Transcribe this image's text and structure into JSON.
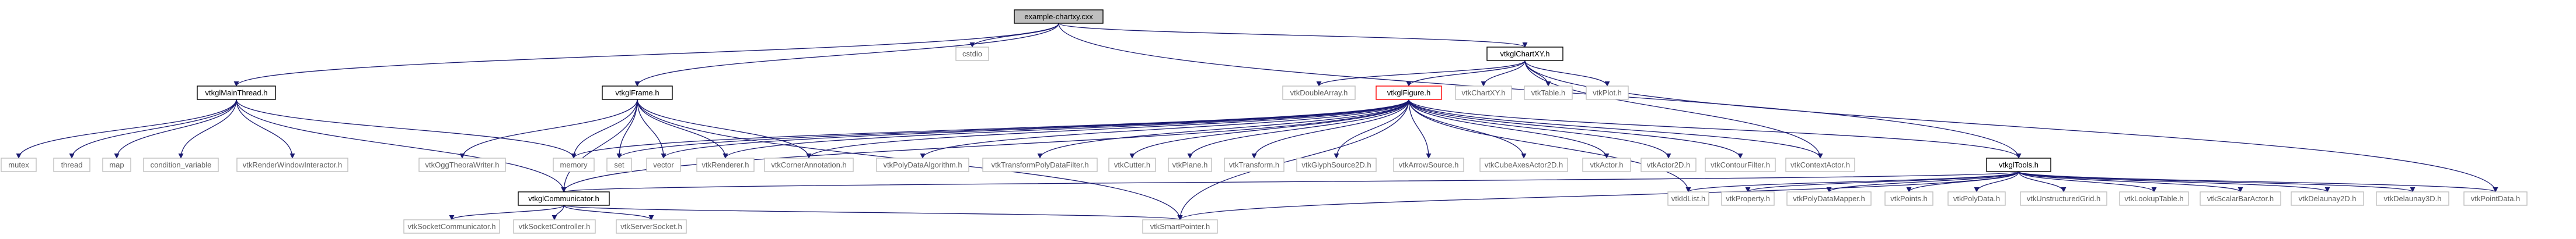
{
  "graph": {
    "nodes": [
      {
        "id": "root",
        "label": "example-chartxy.cxx",
        "root": true,
        "link": false
      },
      {
        "id": "cstdio",
        "label": "cstdio",
        "link": false
      },
      {
        "id": "vtkgmainthread",
        "label": "vtkglMainThread.h",
        "link": true
      },
      {
        "id": "vtkgframe",
        "label": "vtkglFrame.h",
        "link": true
      },
      {
        "id": "vtkgchartxy",
        "label": "vtkglChartXY.h",
        "link": true
      },
      {
        "id": "mutex",
        "label": "mutex",
        "link": false
      },
      {
        "id": "thread",
        "label": "thread",
        "link": false
      },
      {
        "id": "map",
        "label": "map",
        "link": false
      },
      {
        "id": "condvar",
        "label": "condition_variable",
        "link": false
      },
      {
        "id": "renderwininter",
        "label": "vtkRenderWindowInteractor.h",
        "link": false
      },
      {
        "id": "oggwriter",
        "label": "vtkOggTheoraWriter.h",
        "link": false
      },
      {
        "id": "memory",
        "label": "memory",
        "link": false
      },
      {
        "id": "set",
        "label": "set",
        "link": false
      },
      {
        "id": "vector",
        "label": "vector",
        "link": false
      },
      {
        "id": "renderer",
        "label": "vtkRenderer.h",
        "link": false
      },
      {
        "id": "cornerann",
        "label": "vtkCornerAnnotation.h",
        "link": false
      },
      {
        "id": "doublearray",
        "label": "vtkDoubleArray.h",
        "link": false
      },
      {
        "id": "vtkgfigure",
        "label": "vtkglFigure.h",
        "link": true,
        "focus": true
      },
      {
        "id": "chartxy",
        "label": "vtkChartXY.h",
        "link": false
      },
      {
        "id": "table",
        "label": "vtkTable.h",
        "link": false
      },
      {
        "id": "plot",
        "label": "vtkPlot.h",
        "link": false
      },
      {
        "id": "polydataalgo",
        "label": "vtkPolyDataAlgorithm.h",
        "link": false
      },
      {
        "id": "transformpdf",
        "label": "vtkTransformPolyDataFilter.h",
        "link": false
      },
      {
        "id": "cutter",
        "label": "vtkCutter.h",
        "link": false
      },
      {
        "id": "plane",
        "label": "vtkPlane.h",
        "link": false
      },
      {
        "id": "transform",
        "label": "vtkTransform.h",
        "link": false
      },
      {
        "id": "glyphsrc",
        "label": "vtkGlyphSource2D.h",
        "link": false
      },
      {
        "id": "arrowsrc",
        "label": "vtkArrowSource.h",
        "link": false
      },
      {
        "id": "cubeaxes",
        "label": "vtkCubeAxesActor2D.h",
        "link": false
      },
      {
        "id": "actor",
        "label": "vtkActor.h",
        "link": false
      },
      {
        "id": "actor2d",
        "label": "vtkActor2D.h",
        "link": false
      },
      {
        "id": "contourfilter",
        "label": "vtkContourFilter.h",
        "link": false
      },
      {
        "id": "contextactor",
        "label": "vtkContextActor.h",
        "link": false
      },
      {
        "id": "vtkgtools",
        "label": "vtkglTools.h",
        "link": true
      },
      {
        "id": "vtkgcomm",
        "label": "vtkglCommunicator.h",
        "link": true
      },
      {
        "id": "idlist",
        "label": "vtkIdList.h",
        "link": false
      },
      {
        "id": "property",
        "label": "vtkProperty.h",
        "link": false
      },
      {
        "id": "pdmapper",
        "label": "vtkPolyDataMapper.h",
        "link": false
      },
      {
        "id": "points",
        "label": "vtkPoints.h",
        "link": false
      },
      {
        "id": "polydata",
        "label": "vtkPolyData.h",
        "link": false
      },
      {
        "id": "ugrid",
        "label": "vtkUnstructuredGrid.h",
        "link": false
      },
      {
        "id": "lut",
        "label": "vtkLookupTable.h",
        "link": false
      },
      {
        "id": "scalarbar",
        "label": "vtkScalarBarActor.h",
        "link": false
      },
      {
        "id": "delaunay2d",
        "label": "vtkDelaunay2D.h",
        "link": false
      },
      {
        "id": "delaunay3d",
        "label": "vtkDelaunay3D.h",
        "link": false
      },
      {
        "id": "pointdata",
        "label": "vtkPointData.h",
        "link": false
      },
      {
        "id": "socketcomm",
        "label": "vtkSocketCommunicator.h",
        "link": false
      },
      {
        "id": "socketctrl",
        "label": "vtkSocketController.h",
        "link": false
      },
      {
        "id": "serversocket",
        "label": "vtkServerSocket.h",
        "link": false
      },
      {
        "id": "smartptr",
        "label": "vtkSmartPointer.h",
        "link": false
      }
    ],
    "edges": [
      [
        "root",
        "cstdio"
      ],
      [
        "root",
        "vtkgmainthread"
      ],
      [
        "root",
        "vtkgframe"
      ],
      [
        "root",
        "vtkgchartxy"
      ],
      [
        "root",
        "vtkgtools"
      ],
      [
        "vtkgmainthread",
        "mutex"
      ],
      [
        "vtkgmainthread",
        "thread"
      ],
      [
        "vtkgmainthread",
        "map"
      ],
      [
        "vtkgmainthread",
        "condvar"
      ],
      [
        "vtkgmainthread",
        "renderwininter"
      ],
      [
        "vtkgmainthread",
        "memory"
      ],
      [
        "vtkgmainthread",
        "vtkgcomm"
      ],
      [
        "vtkgframe",
        "oggwriter"
      ],
      [
        "vtkgframe",
        "memory"
      ],
      [
        "vtkgframe",
        "set"
      ],
      [
        "vtkgframe",
        "vector"
      ],
      [
        "vtkgframe",
        "renderer"
      ],
      [
        "vtkgframe",
        "cornerann"
      ],
      [
        "vtkgframe",
        "vtkgcomm"
      ],
      [
        "vtkgframe",
        "smartptr"
      ],
      [
        "vtkgchartxy",
        "doublearray"
      ],
      [
        "vtkgchartxy",
        "vtkgfigure"
      ],
      [
        "vtkgchartxy",
        "chartxy"
      ],
      [
        "vtkgchartxy",
        "table"
      ],
      [
        "vtkgchartxy",
        "plot"
      ],
      [
        "vtkgchartxy",
        "contextactor"
      ],
      [
        "vtkgchartxy",
        "pointdata"
      ],
      [
        "vtkgfigure",
        "memory"
      ],
      [
        "vtkgfigure",
        "set"
      ],
      [
        "vtkgfigure",
        "vector"
      ],
      [
        "vtkgfigure",
        "renderer"
      ],
      [
        "vtkgfigure",
        "cornerann"
      ],
      [
        "vtkgfigure",
        "polydataalgo"
      ],
      [
        "vtkgfigure",
        "transformpdf"
      ],
      [
        "vtkgfigure",
        "cutter"
      ],
      [
        "vtkgfigure",
        "plane"
      ],
      [
        "vtkgfigure",
        "transform"
      ],
      [
        "vtkgfigure",
        "glyphsrc"
      ],
      [
        "vtkgfigure",
        "arrowsrc"
      ],
      [
        "vtkgfigure",
        "cubeaxes"
      ],
      [
        "vtkgfigure",
        "actor"
      ],
      [
        "vtkgfigure",
        "actor2d"
      ],
      [
        "vtkgfigure",
        "contourfilter"
      ],
      [
        "vtkgfigure",
        "contextactor"
      ],
      [
        "vtkgfigure",
        "vtkgtools"
      ],
      [
        "vtkgfigure",
        "vtkgcomm"
      ],
      [
        "vtkgfigure",
        "idlist"
      ],
      [
        "vtkgfigure",
        "smartptr"
      ],
      [
        "vtkgtools",
        "vtkgcomm"
      ],
      [
        "vtkgtools",
        "idlist"
      ],
      [
        "vtkgtools",
        "property"
      ],
      [
        "vtkgtools",
        "pdmapper"
      ],
      [
        "vtkgtools",
        "points"
      ],
      [
        "vtkgtools",
        "polydata"
      ],
      [
        "vtkgtools",
        "ugrid"
      ],
      [
        "vtkgtools",
        "lut"
      ],
      [
        "vtkgtools",
        "scalarbar"
      ],
      [
        "vtkgtools",
        "delaunay2d"
      ],
      [
        "vtkgtools",
        "delaunay3d"
      ],
      [
        "vtkgtools",
        "pointdata"
      ],
      [
        "vtkgtools",
        "smartptr"
      ],
      [
        "vtkgcomm",
        "socketcomm"
      ],
      [
        "vtkgcomm",
        "socketctrl"
      ],
      [
        "vtkgcomm",
        "serversocket"
      ],
      [
        "vtkgcomm",
        "smartptr"
      ]
    ]
  }
}
